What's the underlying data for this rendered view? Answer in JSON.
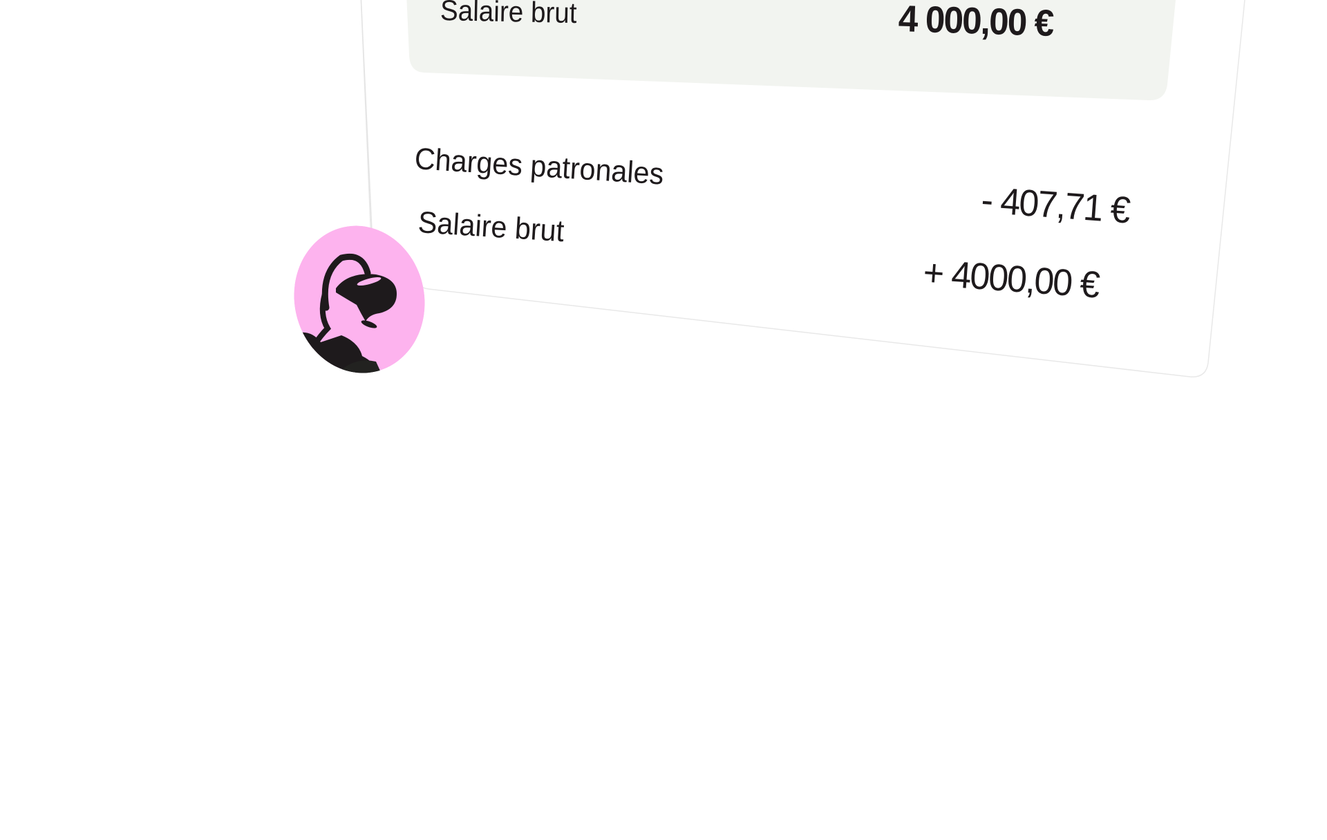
{
  "summary_panel": {
    "label": "Salaire brut",
    "amount": "4 000,00 €"
  },
  "breakdown": {
    "rows": [
      {
        "label": "Charges patronales",
        "amount": "- 407,71 €"
      },
      {
        "label": "Salaire brut",
        "amount": "+ 4000,00 €"
      }
    ]
  },
  "avatar": {
    "icon": "vr-headset-person-icon",
    "background_color": "#fdb3ee",
    "figure_color": "#1e1a1c"
  },
  "colors": {
    "card_background": "#ffffff",
    "card_border": "#e6e6e6",
    "panel_background": "#f2f4f0",
    "text": "#1e1a1c"
  }
}
